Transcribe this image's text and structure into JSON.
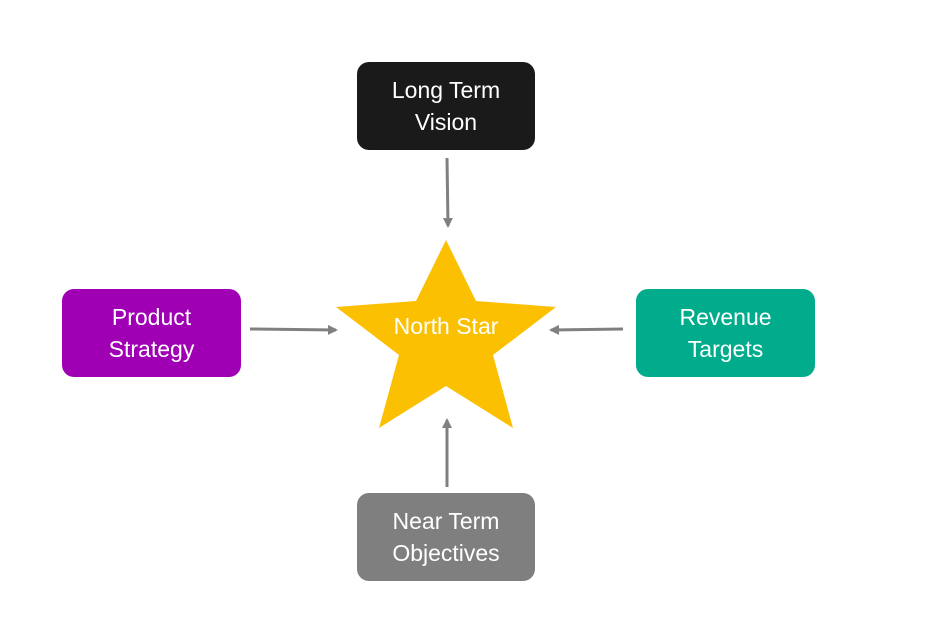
{
  "center": {
    "label": "North Star",
    "color": "#FBC002"
  },
  "nodes": {
    "top": {
      "label": "Long Term Vision",
      "color": "#1A1A1A"
    },
    "left": {
      "label": "Product Strategy",
      "color": "#A000B4"
    },
    "right": {
      "label": "Revenue Targets",
      "color": "#00AC8C"
    },
    "bottom": {
      "label": "Near Term Objectives",
      "color": "#7F7F7F"
    }
  },
  "arrow_color": "#808080"
}
